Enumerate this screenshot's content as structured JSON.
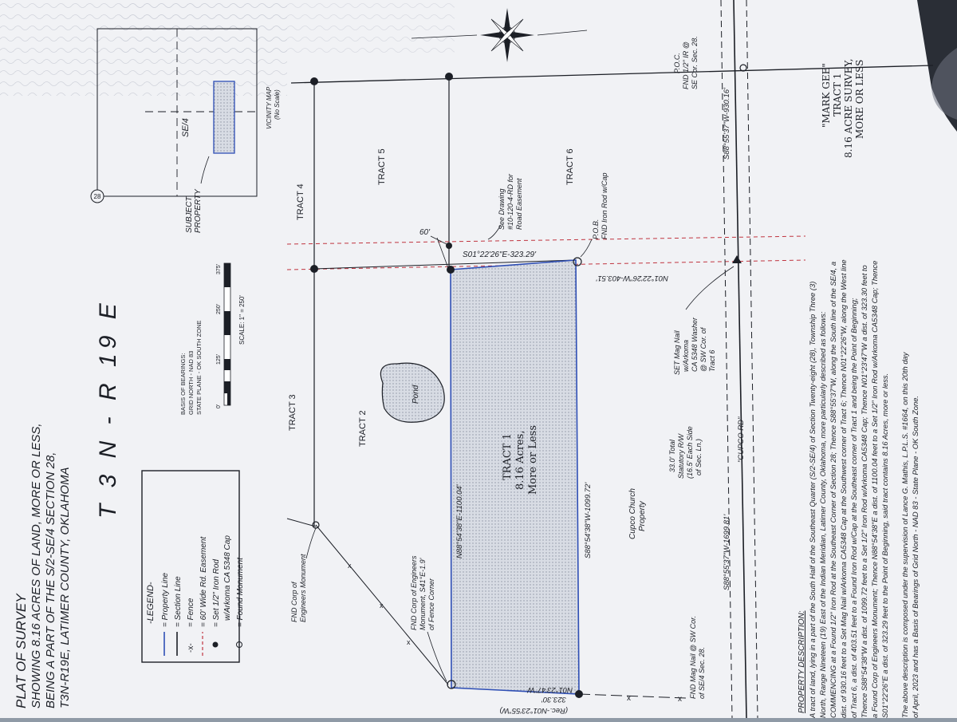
{
  "title": {
    "line1": "PLAT OF SURVEY",
    "line2": "SHOWING 8.16 ACRES OF LAND, MORE OR LESS,",
    "line3": "BEING A PART OF THE S/2-SE/4 SECTION 28,",
    "line4": "T3N-R19E, LATIMER COUNTY, OKLAHOMA"
  },
  "township": "T 3 N  -  R 19 E",
  "owner_box": {
    "line1": "\"MARK GEE\"",
    "line2": "TRACT 1",
    "line3": "8.16 ACRE SURVEY,",
    "line4": "MORE OR LESS"
  },
  "legend": {
    "heading": "-LEGEND-",
    "items": [
      "= Property Line",
      "= Section Line",
      "= Fence",
      "= 60' Wide Rd. Easement",
      "= Set 1/2\" Iron Rod",
      "w/Arkoma CA 5348 Cap",
      "= Found Monument"
    ],
    "symbols": [
      "—",
      "—",
      "-x-",
      "- -",
      "●",
      "",
      "○"
    ]
  },
  "bearings_basis": {
    "line1": "BASIS OF BEARINGS:",
    "line2": "GRID NORTH - NAD 83",
    "line3": "STATE PLANE - OK SOUTH ZONE",
    "scale_ticks": [
      "0'",
      "125'",
      "250'",
      "375'"
    ],
    "scale": "SCALE: 1\" = 250'"
  },
  "vicinity": {
    "section_number": "28",
    "quarter_label": "SE/4",
    "subject_label_1": "SUBJECT",
    "subject_label_2": "PROPERTY",
    "map_label_1": "VICINITY MAP",
    "map_label_2": "(No Scale)"
  },
  "tracts": {
    "tract1_name": "TRACT 1",
    "tract1_acres": "8.16 Acres,",
    "tract1_more": "More or Less",
    "tract2": "TRACT 2",
    "tract3": "TRACT 3",
    "tract4": "TRACT 4",
    "tract5": "TRACT 5",
    "tract6": "TRACT 6"
  },
  "calls": {
    "north": "N88°54'38\"E-1100.04'",
    "south": "S88°54'38\"W-1099.72'",
    "east": "S01°22'26\"E-323.29'",
    "east_south": "N01°22'26\"W-403.51'",
    "west": "N01°23'47\"W",
    "west_dist": "323.30'",
    "west_rec": "(Rec.-N01°23'55\"W)",
    "road_south_1": "S88°55'37\"W-1699.81'",
    "road_south_2": "S88°55'37\"W-930.16'"
  },
  "notes": {
    "pond": "Pond",
    "fnd_corp_1": "FND Corp of",
    "fnd_corp_2": "Engineers Monument",
    "fnd_corp_fence_1": "FND Corp of Engineers",
    "fnd_corp_fence_2": "Monument, S41°E-1.9'",
    "fnd_corp_fence_3": "of Fence Corner",
    "sixty": "60'",
    "see_drawing_1": "See Drawing",
    "see_drawing_2": "#10-120-4-RD for",
    "see_drawing_3": "Road Easement",
    "pob_1": "P.O.B.",
    "pob_2": "FND Iron Rod w/Cap",
    "church_1": "Cupco Church",
    "church_2": "Property",
    "row_1": "33.0' Total",
    "row_2": "Statutory R/W",
    "row_3": "(16.5' Each Side",
    "row_4": "of Sec. Ln.)",
    "set_mag_1": "SET Mag Nail",
    "set_mag_2": "w/Arkoma",
    "set_mag_3": "CA 5348 Washer",
    "set_mag_4": "@ SW Cor. of",
    "set_mag_5": "Tract 6",
    "fnd_mag_1": "FND Mag Nail @ SW Cor.",
    "fnd_mag_2": "of SE/4 Sec. 28.",
    "poc_1": "P.O.C.",
    "poc_2": "FND 1/2\" IR @",
    "poc_3": "SE Cor. Sec. 28.",
    "road": "\"CUPCO RD\""
  },
  "description": {
    "heading": "PROPERTY DESCRIPTION:",
    "lines": [
      "A tract of land, lying in a part of the South Half of the Southeast Quarter (S/2-SE/4) of Section Twenty-eight (28), Township Three (3)",
      "North, Range Nineteen (19) East of the Indian Meridian, Latimer County, Oklahoma, more particularly described as follows:",
      "COMMENCING at a Found 1/2\" Iron Rod at the Southeast Corner of Section 28; Thence S88°55'37\"W, along the South line of the SE/4, a",
      "dist. of 930.16 feet to a Set Mag Nail w/Arkoma CA5348 Cap at the Southwest corner of Tract 6; Thence N01°22'26\"W, along the West line",
      "of Tract 6, a dist. of 403.51 feet to a Found Iron Rod w/Cap at the Southeast corner of Tract 1 and being the Point of Beginning;",
      "Thence S88°54'38\"W a dist. of 1099.72 feet to a Set 1/2\" Iron Rod w/Arkoma CA5348 Cap; Thence N01°23'47\"W a dist. of 323.30 feet to",
      "a Found Corp of Engineers Monument; Thence N88°54'38\"E a dist. of 1100.04 feet to a Set 1/2\" Iron Rod w/Arkoma CA5348 Cap; Thence",
      "S01°22'26\"E a dist. of 323.29 feet to the Point of Beginning, said tract contains 8.16 Acres, more or less."
    ],
    "cert_1": "The above description is composed under the supervision of Lance G. Mathis, L.P.L.S. #1664, on this 20th day",
    "cert_2": "of April, 2023 and has a Basis of Bearings of Grid North - NAD 83 - State Plane - OK South Zone."
  },
  "colors": {
    "paper": "#f1f2f5",
    "ink": "#1c1f26",
    "blue": "#2f4fb5",
    "red": "#c0343f",
    "shade": "#cfd4dd"
  }
}
